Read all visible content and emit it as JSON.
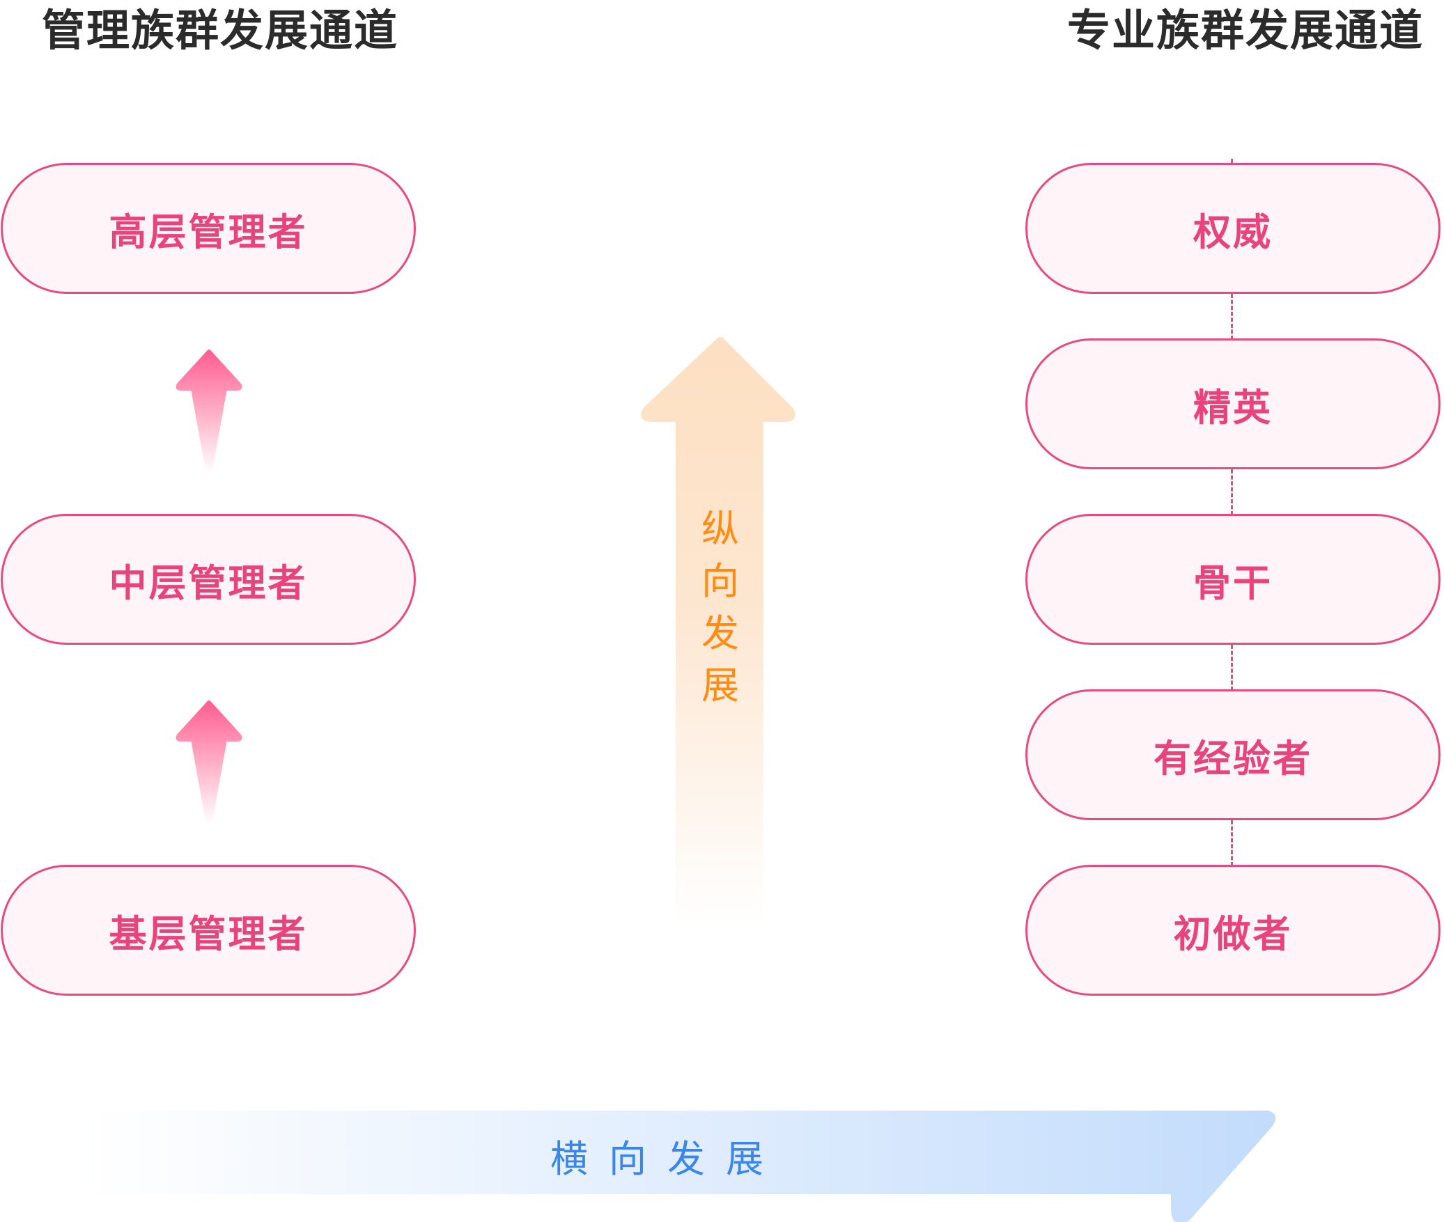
{
  "management": {
    "title": "管理族群发展通道",
    "levels": [
      "高层管理者",
      "中层管理者",
      "基层管理者"
    ]
  },
  "professional": {
    "title": "专业族群发展通道",
    "levels": [
      "权威",
      "精英",
      "骨干",
      "有经验者",
      "初做者"
    ]
  },
  "vertical": {
    "chars": [
      "纵",
      "向",
      "发",
      "展"
    ]
  },
  "horizontal": {
    "label": "横向发展"
  },
  "colors": {
    "pill_border": "#e8497e",
    "pill_fill": "#fff4f8",
    "pill_text": "#e8447b",
    "vertical_arrow": "#fde0c3",
    "vertical_text": "#ff8b10",
    "horizontal_arrow": "#c3dcfc",
    "horizontal_text": "#3b86e8"
  }
}
